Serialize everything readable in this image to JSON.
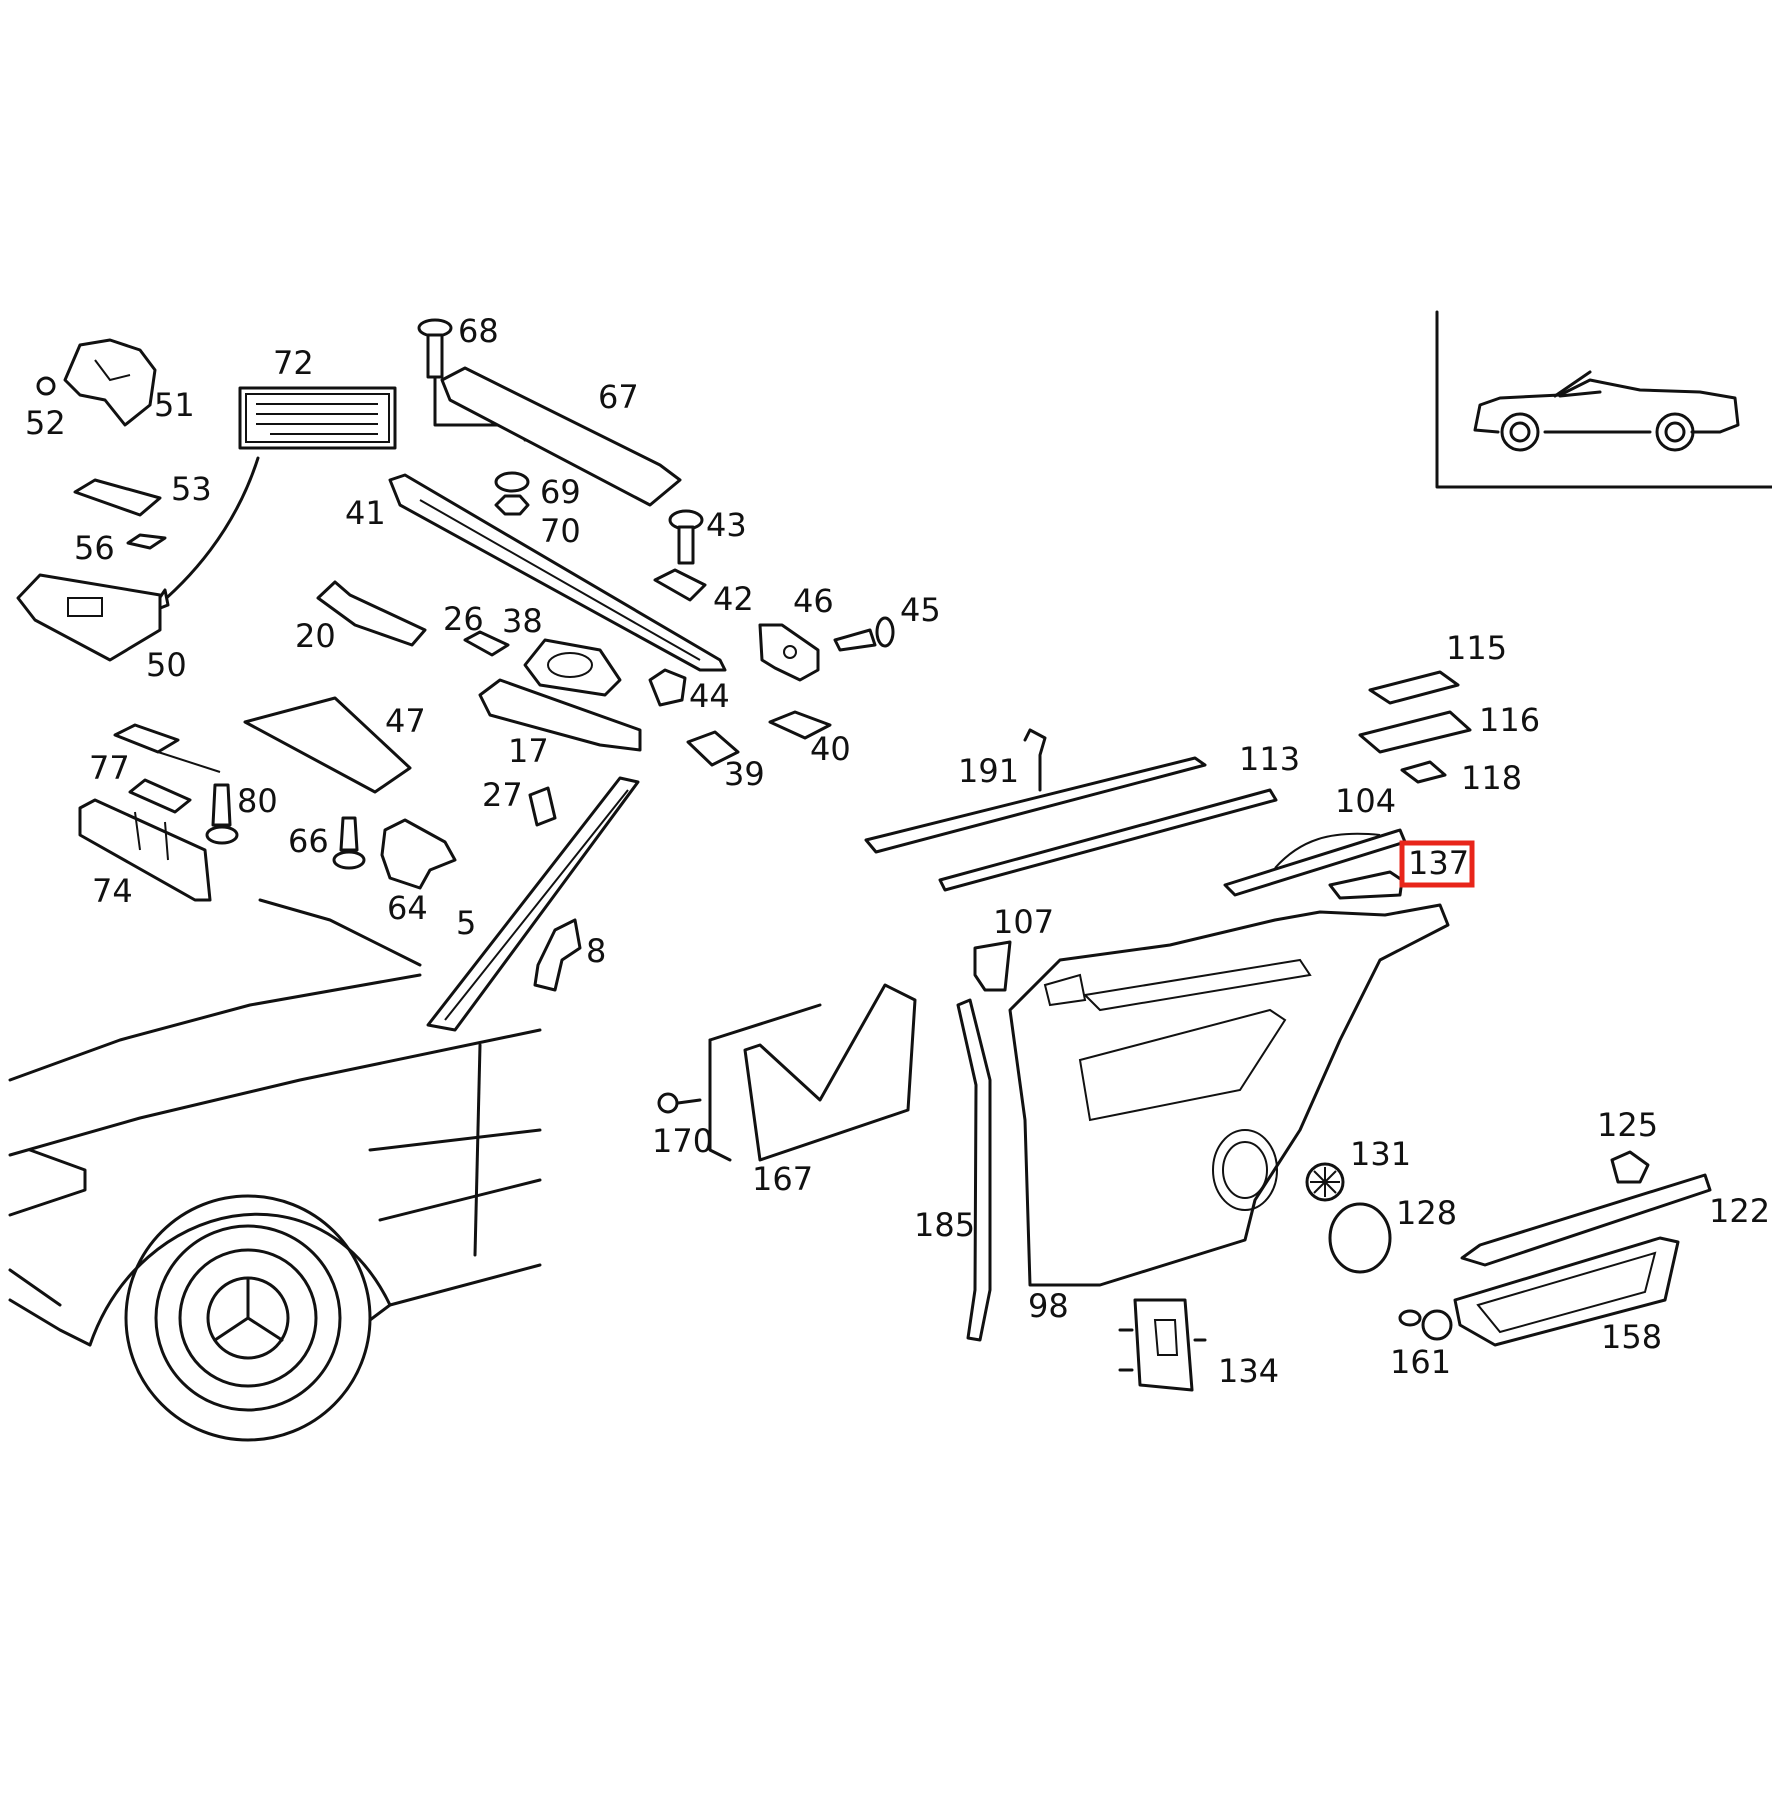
{
  "diagram": {
    "highlight_color": "#e8251a",
    "highlighted_part": "137",
    "inset_icon": "convertible-car-icon",
    "labels": {
      "p52": "52",
      "p51": "51",
      "p72": "72",
      "p68": "68",
      "p67": "67",
      "p53": "53",
      "p69": "69",
      "p70": "70",
      "p41": "41",
      "p56": "56",
      "p43": "43",
      "p50": "50",
      "p20": "20",
      "p26": "26",
      "p38": "38",
      "p42": "42",
      "p46": "46",
      "p45": "45",
      "p44": "44",
      "p47": "47",
      "p17": "17",
      "p39": "39",
      "p40": "40",
      "p115": "115",
      "p116": "116",
      "p118": "118",
      "p77": "77",
      "p80": "80",
      "p27": "27",
      "p191": "191",
      "p113": "113",
      "p104": "104",
      "p137": "137",
      "p66": "66",
      "p74": "74",
      "p64": "64",
      "p5": "5",
      "p8": "8",
      "p107": "107",
      "p170": "170",
      "p167": "167",
      "p131": "131",
      "p125": "125",
      "p128": "128",
      "p122": "122",
      "p185": "185",
      "p98": "98",
      "p161": "161",
      "p158": "158",
      "p134": "134"
    }
  }
}
